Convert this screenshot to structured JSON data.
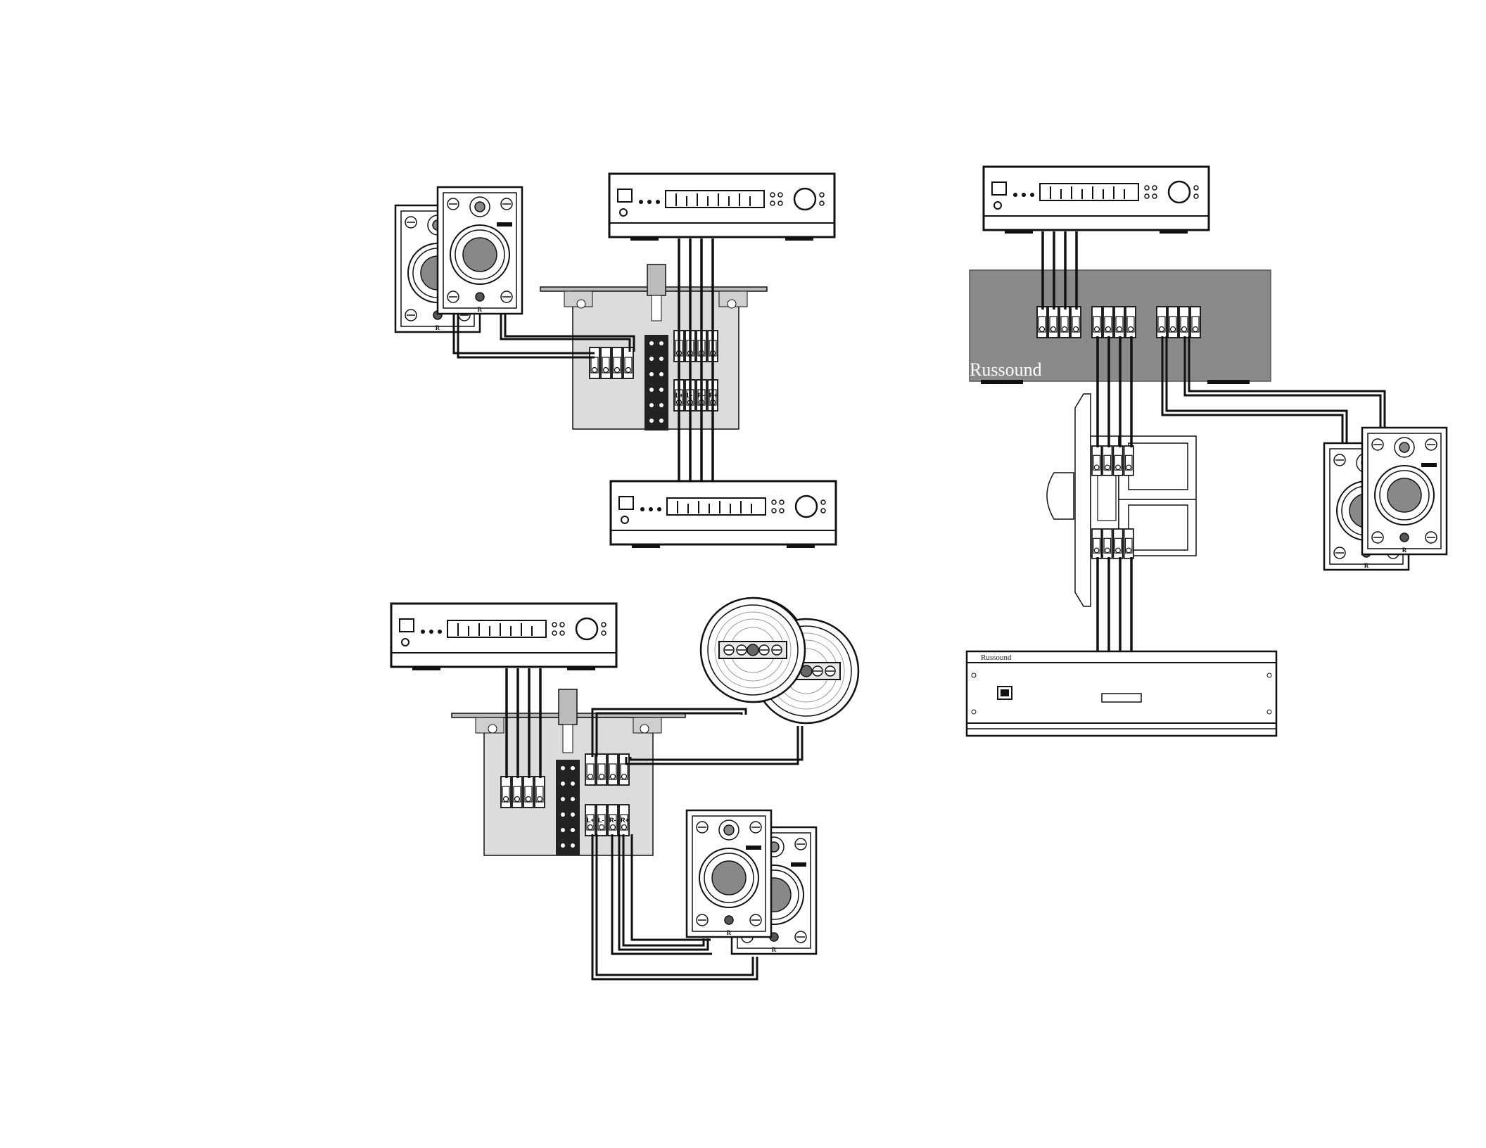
{
  "diagram": {
    "brand": "Russound",
    "brand_small": "Russound",
    "speaker_badge": "R",
    "terminal_labels": [
      "L+",
      "L-",
      "R-",
      "R+"
    ]
  },
  "colors": {
    "ink": "#111111",
    "panel_gray": "#dcdcdc",
    "amp_gray": "#8a8a8a",
    "white": "#ffffff"
  }
}
